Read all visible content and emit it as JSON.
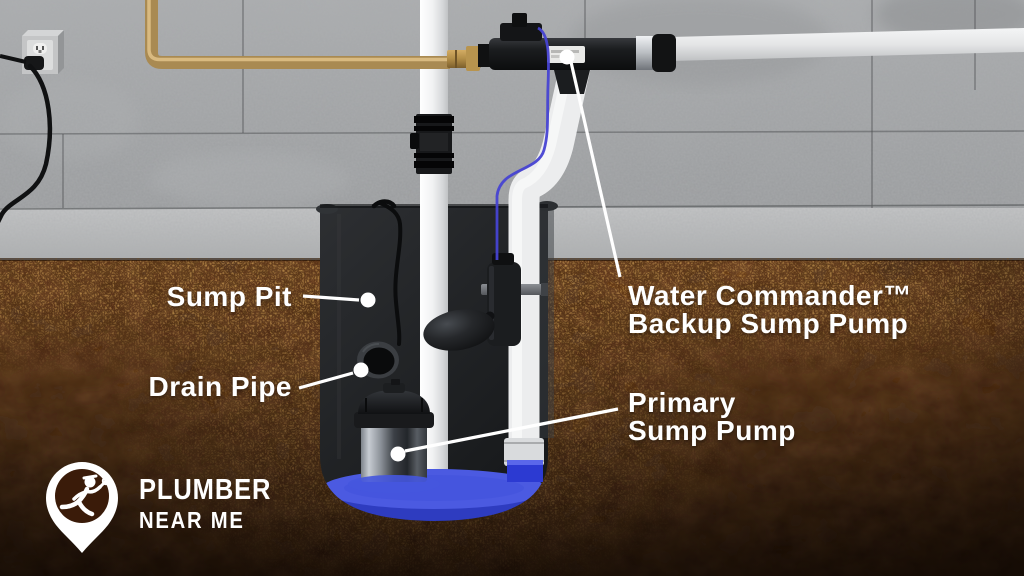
{
  "labels": {
    "sump_pit": "Sump Pit",
    "drain_pipe": "Drain Pipe",
    "backup_line1": "Water Commander™",
    "backup_line2": "Backup Sump Pump",
    "primary_line1": "Primary",
    "primary_line2": "Sump Pump"
  },
  "logo": {
    "line1": "PLUMBER",
    "line2": "NEAR ME",
    "icon": "running-plumber-pin-icon"
  },
  "colors": {
    "label_text": "#ffffff",
    "wall_gray": "#a2a4a6",
    "footing_gray": "#bfc0c1",
    "dirt_dark": "#36190a",
    "dirt_speckle": "#a45c1c",
    "pit_liner": "#232527",
    "water_blue": "#3847d1",
    "pipe_white": "#f0f1f2",
    "copper": "#a98a52",
    "sensor_wire_blue": "#4743d2",
    "leader_line": "#ffffff"
  }
}
